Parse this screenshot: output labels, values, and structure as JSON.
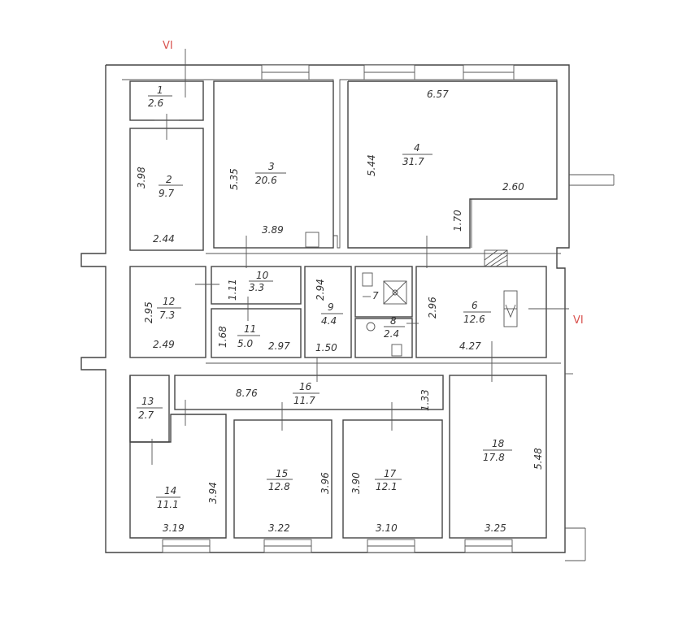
{
  "section_marks": {
    "top": "VI",
    "right": "VI"
  },
  "rooms": [
    {
      "id": "room-1",
      "number": "1",
      "area": "2.6"
    },
    {
      "id": "room-2",
      "number": "2",
      "area": "9.7"
    },
    {
      "id": "room-3",
      "number": "3",
      "area": "20.6"
    },
    {
      "id": "room-4",
      "number": "4",
      "area": "31.7"
    },
    {
      "id": "room-6",
      "number": "6",
      "area": "12.6"
    },
    {
      "id": "room-7",
      "number": "7",
      "area": ""
    },
    {
      "id": "room-8",
      "number": "8",
      "area": "2.4"
    },
    {
      "id": "room-9",
      "number": "9",
      "area": "4.4"
    },
    {
      "id": "room-10",
      "number": "10",
      "area": "3.3"
    },
    {
      "id": "room-11",
      "number": "11",
      "area": "5.0"
    },
    {
      "id": "room-12",
      "number": "12",
      "area": "7.3"
    },
    {
      "id": "room-13",
      "number": "13",
      "area": "2.7"
    },
    {
      "id": "room-14",
      "number": "14",
      "area": "11.1"
    },
    {
      "id": "room-15",
      "number": "15",
      "area": "12.8"
    },
    {
      "id": "room-16",
      "number": "16",
      "area": "11.7"
    },
    {
      "id": "room-17",
      "number": "17",
      "area": "12.1"
    },
    {
      "id": "room-18",
      "number": "18",
      "area": "17.8"
    }
  ],
  "dimensions": {
    "r2_h": "3.98",
    "r2_w": "2.44",
    "r3_h": "5.35",
    "r3_w": "3.89",
    "r4_top": "6.57",
    "r4_left": "5.44",
    "r4_right": "2.60",
    "r4_step": "1.70",
    "r10_h": "1.11",
    "r11_h": "1.68",
    "r11_w": "2.97",
    "r9_h": "2.94",
    "r9_w": "1.50",
    "r6_h": "2.96",
    "r6_w": "4.27",
    "r12_h": "2.95",
    "r12_w": "2.49",
    "r16_w": "8.76",
    "r16_h": "1.33",
    "r14_h": "3.94",
    "r14_w": "3.19",
    "r15_h": "3.96",
    "r15_w": "3.22",
    "r17_h": "3.90",
    "r17_w": "3.10",
    "r18_h": "5.48",
    "r18_w": "3.25"
  }
}
